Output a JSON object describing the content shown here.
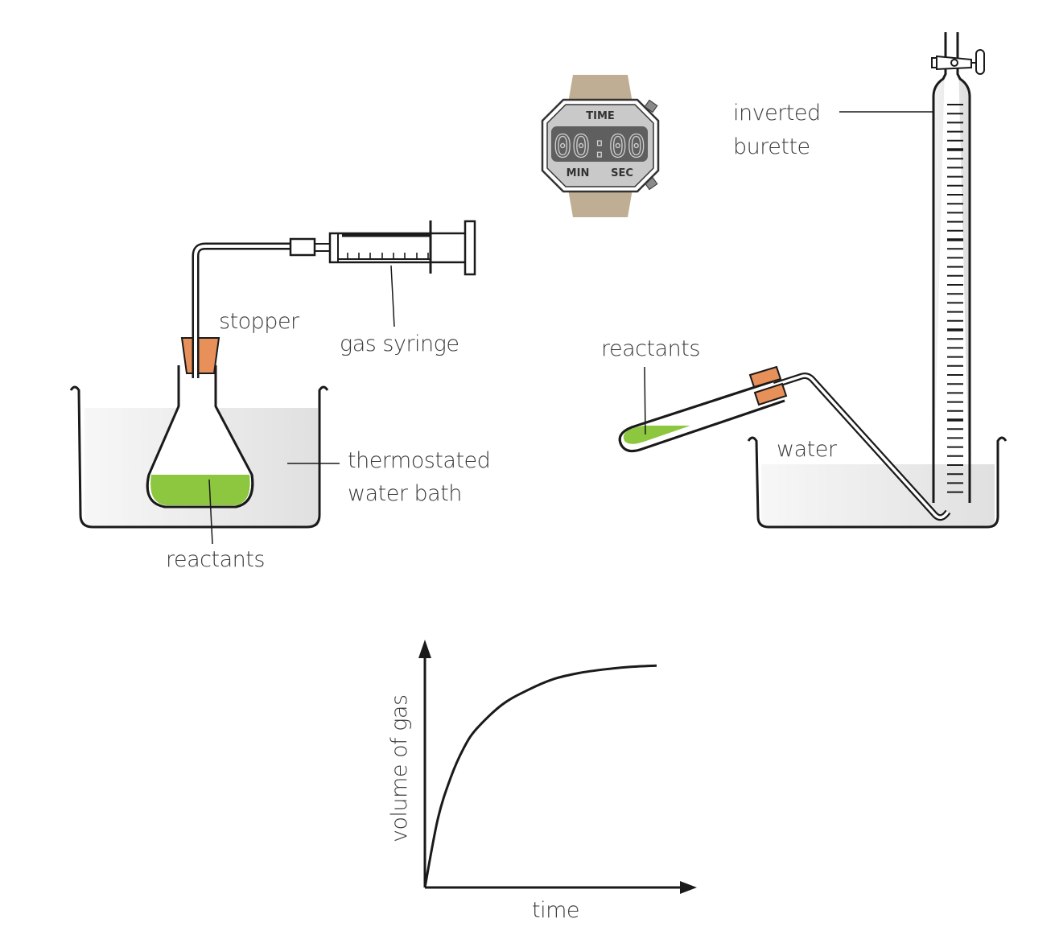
{
  "labels": {
    "stopper": "stopper",
    "gas_syringe": "gas syringe",
    "thermostated_line1": "thermostated",
    "thermostated_line2": "water bath",
    "reactants_flask": "reactants",
    "reactants_tube": "reactants",
    "water": "water",
    "inverted_line1": "inverted",
    "inverted_line2": "burette"
  },
  "stopwatch": {
    "title": "TIME",
    "display": "00:00",
    "left_label": "MIN",
    "right_label": "SEC"
  },
  "colors": {
    "liquid_green": "#8dc63f",
    "stopper_orange": "#e8905a",
    "water_gray": "#e6e6e6",
    "strap_tan": "#bfae93",
    "watch_case": "#c9c9c9",
    "watch_screen": "#5f5f5f"
  },
  "chart_data": {
    "type": "line",
    "title": "",
    "xlabel": "time",
    "ylabel": "volume of gas",
    "x_ticks": [],
    "y_ticks": [],
    "grid": false,
    "legend": "none",
    "xlim": [
      0,
      1
    ],
    "ylim": [
      0,
      1
    ],
    "series": [
      {
        "name": "volume of gas",
        "x": [
          0,
          0.05,
          0.1,
          0.15,
          0.2,
          0.3,
          0.4,
          0.5,
          0.6,
          0.7,
          0.8,
          0.9
        ],
        "y": [
          0,
          0.28,
          0.45,
          0.57,
          0.65,
          0.75,
          0.81,
          0.855,
          0.88,
          0.895,
          0.905,
          0.91
        ]
      }
    ]
  }
}
